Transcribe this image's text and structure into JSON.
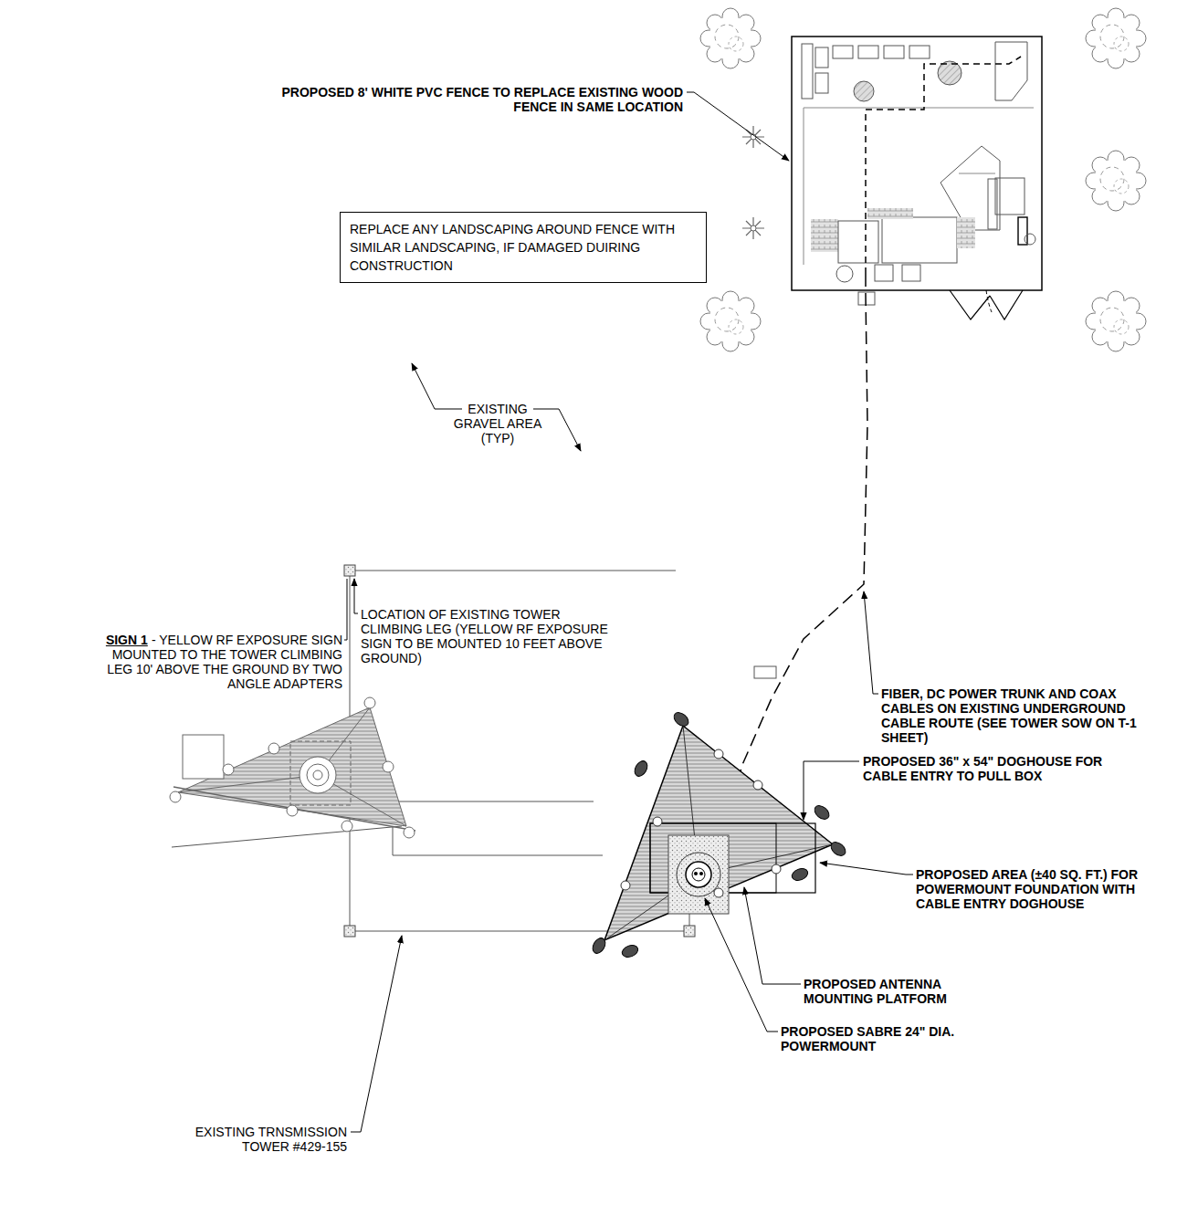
{
  "diagram": {
    "nodes": [
      {
        "text": [
          "REPLACE ANY LANDSCAPING AROUND FENCE WITH SIMILAR LANDSCAPING, IF DAMAGED DUIRING CONSTRUCTION"
        ]
      }
    ],
    "labels": [
      "PROPOSED 8' WHITE PVC FENCE TO REPLACE EXISTING WOOD FENCE IN SAME LOCATION",
      "EXISTING",
      "GRAVEL AREA (TYP)",
      "LOCATION OF EXISTING TOWER CLIMBING LEG (YELLOW RF EXPOSURE SIGN TO BE MOUNTED 10 FEET ABOVE GROUND)",
      "SIGN 1",
      "- YELLOW RF EXPOSURE SIGN MOUNTED TO THE TOWER CLIMBING LEG 10' ABOVE THE GROUND BY TWO ANGLE ADAPTERS",
      "FIBER, DC POWER TRUNK AND COAX CABLES ON EXISTING UNDERGROUND CABLE ROUTE (SEE TOWER SOW ON T-1 SHEET)",
      "PROPOSED 36\" x 54\" DOGHOUSE FOR CABLE ENTRY TO PULL BOX",
      "PROPOSED AREA (±40 SQ. FT.) FOR POWERMOUNT FOUNDATION WITH CABLE ENTRY DOGHOUSE",
      "PROPOSED ANTENNA MOUNTING PLATFORM",
      "PROPOSED SABRE 24\" DIA. POWERMOUNT",
      "EXISTING TRNSMISSION TOWER #429-155"
    ]
  }
}
